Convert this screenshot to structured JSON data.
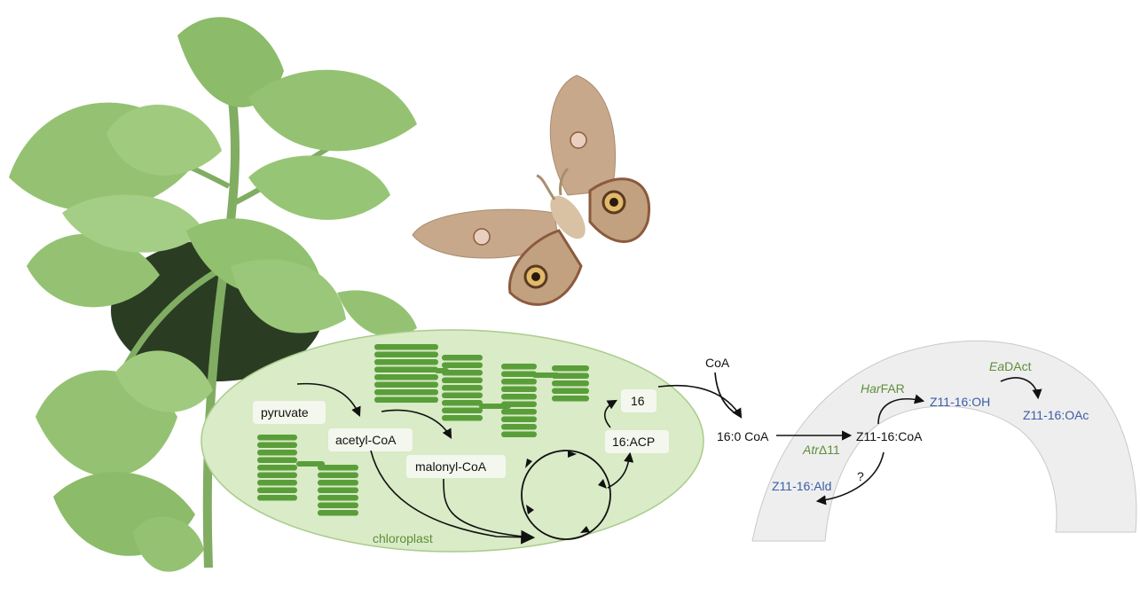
{
  "compartment_label": "chloroplast",
  "chloroplast_metabolites": {
    "pyruvate": "pyruvate",
    "acetyl_coa": "acetyl-CoA",
    "malonyl_coa": "malonyl-CoA",
    "acp": "16:ACP",
    "c16": "16"
  },
  "cytosol": {
    "coa": "CoA",
    "palmitoyl_coa": "16:0 CoA",
    "z11_coa": "Z11-16:CoA",
    "unknown_step": "?"
  },
  "enzymes": {
    "desaturase_italic": "Atr",
    "desaturase_rest": "Δ11",
    "reductase_italic": "Har",
    "reductase_rest": "FAR",
    "acetyltransferase_italic": "Ea",
    "acetyltransferase_rest": "DAct"
  },
  "products": {
    "aldehyde": "Z11-16:Ald",
    "alcohol": "Z11-16:OH",
    "acetate": "Z11-16:OAc"
  },
  "colors": {
    "plant_green": "#8fbf6b",
    "chloroplast_fill": "#d9ebc7",
    "thylakoid_green": "#5a9e3a",
    "er_gray": "#eeeeee",
    "moth_tan": "#c8a88a",
    "enzyme_green": "#5e8f3a",
    "product_blue": "#3b5ea8"
  },
  "icons": [
    "plant-illustration",
    "moth-illustration"
  ]
}
